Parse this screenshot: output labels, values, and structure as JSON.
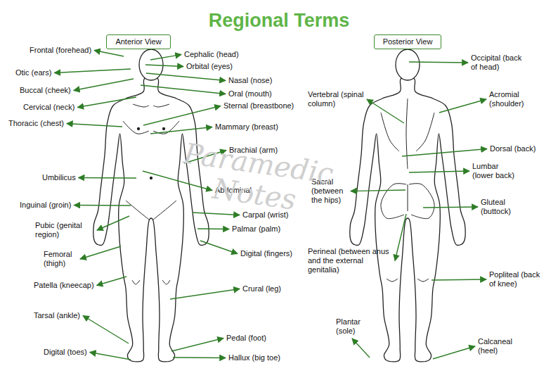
{
  "diagram": {
    "title": "Regional Terms",
    "nodes": [
      {
        "text": [
          "Anterior View"
        ]
      },
      {
        "text": [
          "Posterior View"
        ]
      }
    ],
    "labels": [
      "Frontal (forehead)",
      "Cephalic (head)",
      "Otic (ears)",
      "Orbital (eyes)",
      "Nasal (nose)",
      "Buccal (cheek)",
      "Oral (mouth)",
      "Cervical (neck)",
      "Sternal (breastbone)",
      "Thoracic (chest)",
      "Mammary (breast)",
      "Brachial (arm)",
      "Umbilicus",
      "Abdominal",
      "Inguinal (groin)",
      "Carpal (wrist)",
      "Pubic (genital region)",
      "Palmar (palm)",
      "Digital (fingers)",
      "Femoral (thigh)",
      "Patella (kneecap)",
      "Crural (leg)",
      "Tarsal (ankle)",
      "Pedal (foot)",
      "Digital (toes)",
      "Hallux (big toe)",
      "Occipital (back of head)",
      "Vertebral (spinal column)",
      "Acromial (shoulder)",
      "Dorsal (back)",
      "Lumbar (lower back)",
      "Sacral (between the hips)",
      "Gluteal (buttock)",
      "Perineal (between anus and the external genitalia)",
      "Popliteal (back of knee)",
      "Plantar (sole)",
      "Calcaneal (heel)",
      "Paramedic Notes"
    ]
  }
}
